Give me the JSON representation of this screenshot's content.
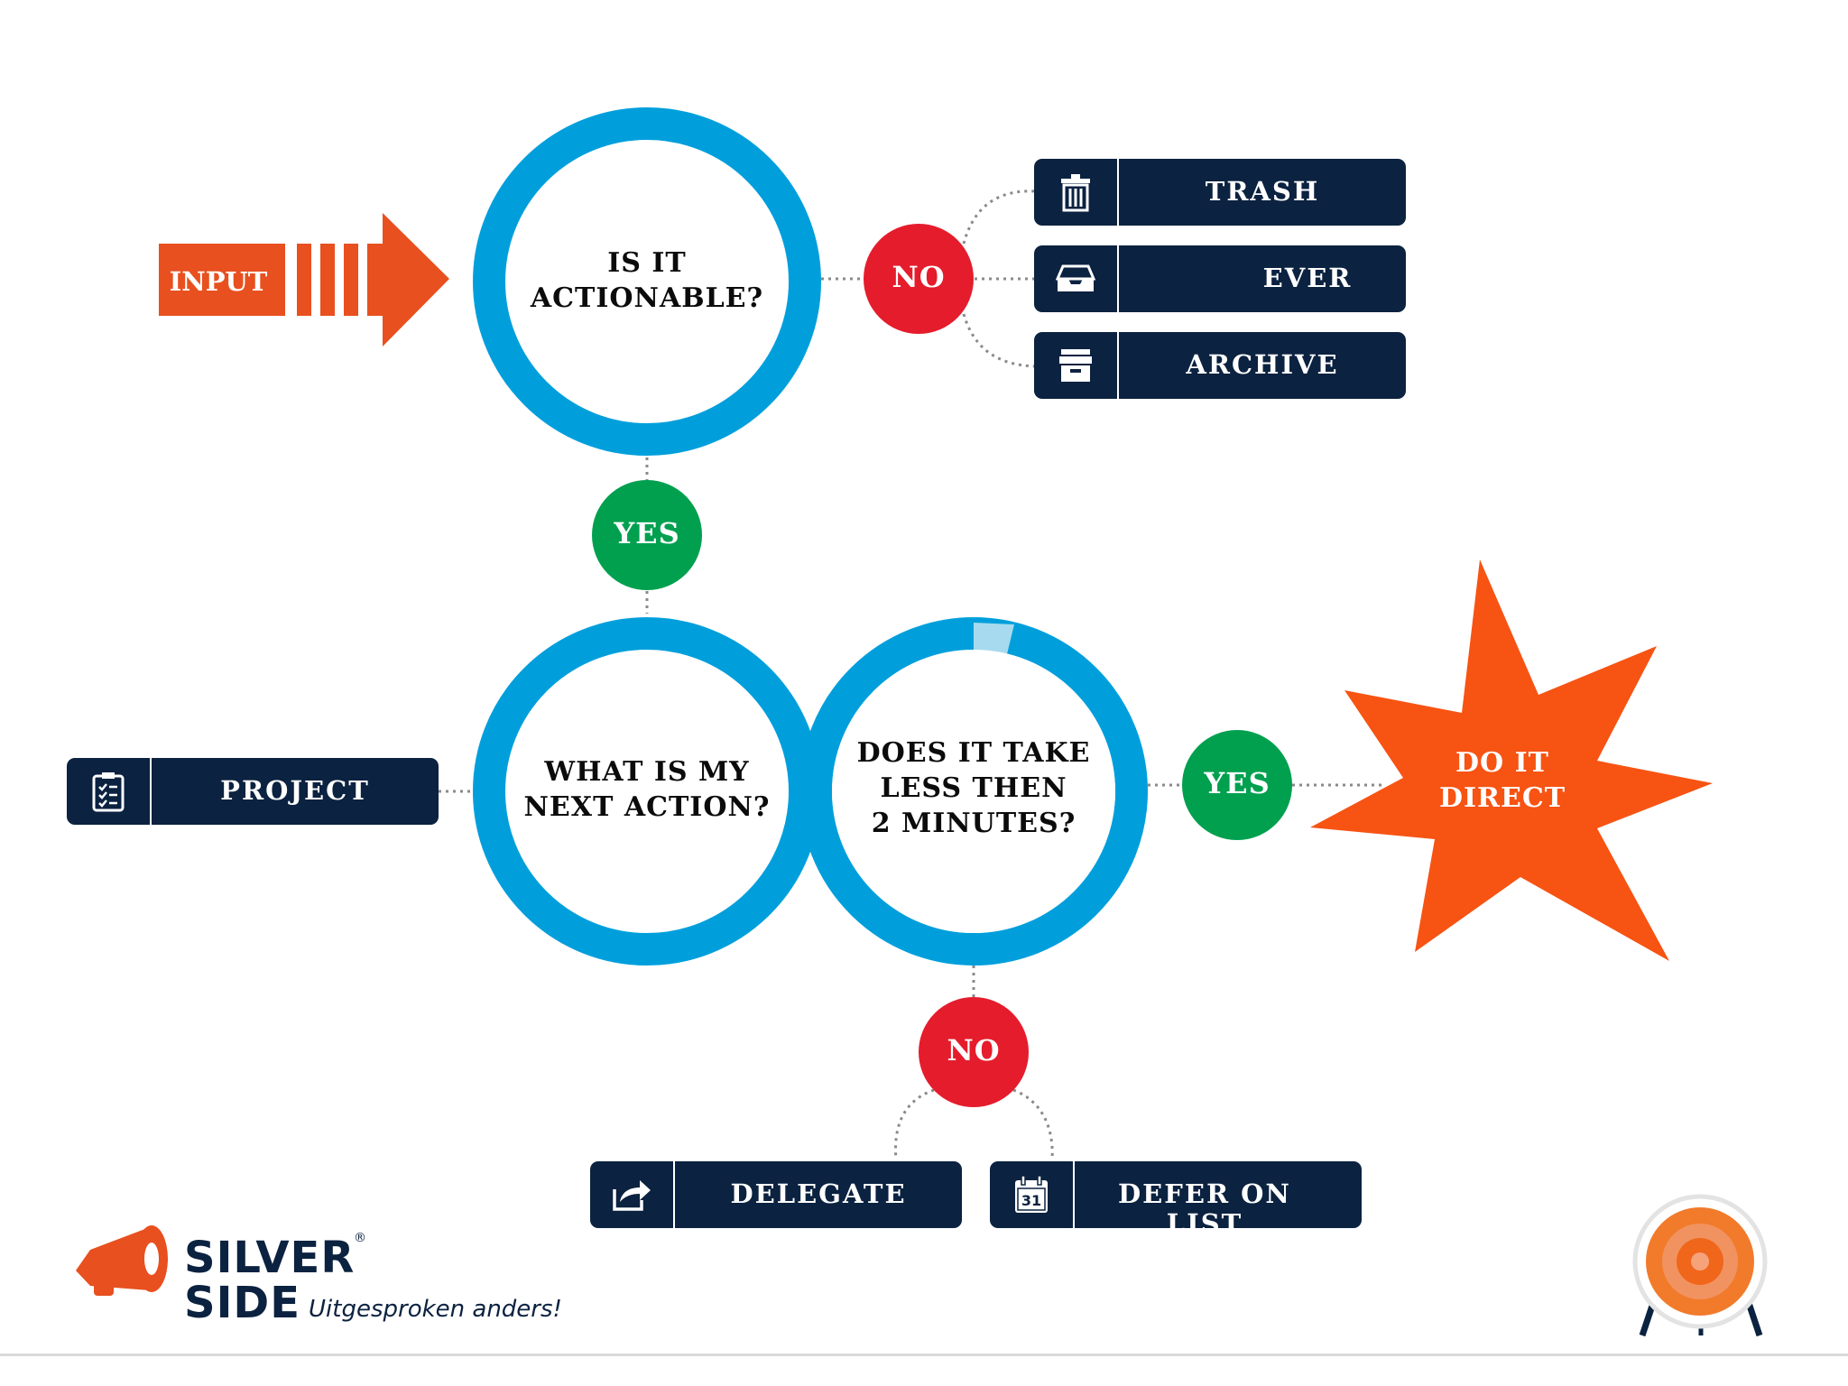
{
  "colors": {
    "ring": "#009fdc",
    "ring_highlight": "#c4e4f1",
    "no": "#e51c2c",
    "yes": "#00a04f",
    "orange": "#e8501f",
    "star": "#f75313",
    "navy": "#0b2240",
    "connector": "#8a8a8a"
  },
  "input": {
    "label": "INPUT"
  },
  "questions": {
    "actionable": {
      "line1": "IS IT",
      "line2": "ACTIONABLE?"
    },
    "next_action": {
      "line1": "WHAT IS MY",
      "line2": "NEXT ACTION?"
    },
    "two_minutes": {
      "line1": "DOES IT TAKE",
      "line2": "LESS THEN",
      "line3": "2 MINUTES?"
    }
  },
  "decisions": {
    "no_top": "NO",
    "yes_mid": "YES",
    "yes_right": "YES",
    "no_bottom": "NO"
  },
  "actions": {
    "trash": {
      "label": "TRASH",
      "icon": "trash-icon"
    },
    "ever": {
      "label": "EVER",
      "icon": "inbox-tray-icon"
    },
    "archive": {
      "label": "ARCHIVE",
      "icon": "archive-box-icon"
    },
    "project": {
      "label": "PROJECT",
      "icon": "clipboard-checklist-icon"
    },
    "delegate": {
      "label": "DELEGATE",
      "icon": "share-arrow-icon"
    },
    "defer": {
      "label": "DEFER ON LIST",
      "icon": "calendar-icon",
      "calendar_day": "31"
    }
  },
  "outcome": {
    "line1": "DO IT",
    "line2": "DIRECT"
  },
  "logo": {
    "line1": "SILVER",
    "line2": "SIDE",
    "registered": "®",
    "tagline": "Uitgesproken anders!",
    "icon": "megaphone-icon"
  },
  "corner_icon": "target-icon"
}
